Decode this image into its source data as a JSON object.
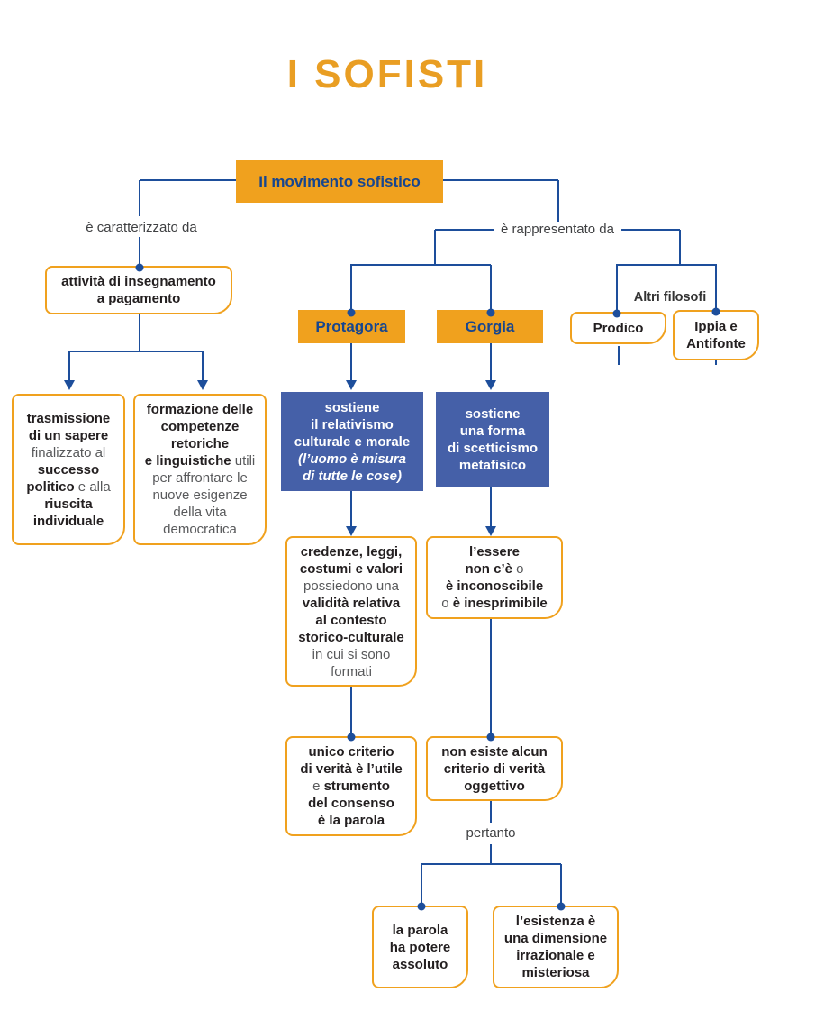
{
  "page_title": "I SOFISTI",
  "colors": {
    "orange": "#F0A11E",
    "title_orange": "#E99E23",
    "blue_fill": "#4560A8",
    "connector_blue": "#1D4E9B",
    "heading_blue": "#17468F",
    "text_dark": "#231F20",
    "text_gray": "#58595B"
  },
  "labels": {
    "caratterizzato": "è caratterizzato da",
    "rappresentato": "è rappresentato da",
    "altri_filosofi": "Altri filosofi",
    "pertanto": "pertanto"
  },
  "nodes": {
    "movimento": {
      "label": "Il movimento sofistico"
    },
    "attivita": {
      "lines": [
        [
          {
            "t": "attività di insegnamento",
            "s": "b"
          }
        ],
        [
          {
            "t": "a pagamento",
            "s": "b"
          }
        ]
      ]
    },
    "trasmissione": {
      "lines": [
        [
          {
            "t": "trasmissione",
            "s": "b"
          }
        ],
        [
          {
            "t": "di un sapere",
            "s": "b"
          }
        ],
        [
          {
            "t": "finalizzato al",
            "s": "r"
          }
        ],
        [
          {
            "t": "successo",
            "s": "b"
          }
        ],
        [
          {
            "t": "politico",
            "s": "b"
          },
          {
            "t": " e alla",
            "s": "r"
          }
        ],
        [
          {
            "t": "riuscita",
            "s": "b"
          }
        ],
        [
          {
            "t": "individuale",
            "s": "b"
          }
        ]
      ]
    },
    "formazione": {
      "lines": [
        [
          {
            "t": "formazione delle",
            "s": "b"
          }
        ],
        [
          {
            "t": "competenze",
            "s": "b"
          }
        ],
        [
          {
            "t": "retoriche",
            "s": "b"
          }
        ],
        [
          {
            "t": "e linguistiche",
            "s": "b"
          },
          {
            "t": " utili",
            "s": "r"
          }
        ],
        [
          {
            "t": "per affrontare le",
            "s": "r"
          }
        ],
        [
          {
            "t": "nuove esigenze",
            "s": "r"
          }
        ],
        [
          {
            "t": "della vita",
            "s": "r"
          }
        ],
        [
          {
            "t": "democratica",
            "s": "r"
          }
        ]
      ]
    },
    "protagora": {
      "label": "Protagora"
    },
    "gorgia": {
      "label": "Gorgia"
    },
    "prodico": {
      "lines": [
        [
          {
            "t": "Prodico",
            "s": "b"
          }
        ]
      ]
    },
    "ippia": {
      "lines": [
        [
          {
            "t": "Ippia e",
            "s": "b"
          }
        ],
        [
          {
            "t": "Antifonte",
            "s": "b"
          }
        ]
      ]
    },
    "protagora_tesi": {
      "lines": [
        [
          {
            "t": "sostiene",
            "s": "b"
          }
        ],
        [
          {
            "t": "il relativismo",
            "s": "b"
          }
        ],
        [
          {
            "t": "culturale e morale",
            "s": "b"
          }
        ],
        [
          {
            "t": "(l’uomo è misura",
            "s": "i"
          }
        ],
        [
          {
            "t": "di tutte le cose)",
            "s": "i"
          }
        ]
      ]
    },
    "gorgia_tesi": {
      "lines": [
        [
          {
            "t": "sostiene",
            "s": "b"
          }
        ],
        [
          {
            "t": "una forma",
            "s": "b"
          }
        ],
        [
          {
            "t": "di scetticismo",
            "s": "b"
          }
        ],
        [
          {
            "t": "metafisico",
            "s": "b"
          }
        ]
      ]
    },
    "credenze": {
      "lines": [
        [
          {
            "t": "credenze, leggi,",
            "s": "b"
          }
        ],
        [
          {
            "t": "costumi e valori",
            "s": "b"
          }
        ],
        [
          {
            "t": "possiedono una",
            "s": "r"
          }
        ],
        [
          {
            "t": "validità relativa",
            "s": "b"
          }
        ],
        [
          {
            "t": "al contesto",
            "s": "b"
          }
        ],
        [
          {
            "t": "storico-culturale",
            "s": "b"
          }
        ],
        [
          {
            "t": "in cui si sono",
            "s": "r"
          }
        ],
        [
          {
            "t": "formati",
            "s": "r"
          }
        ]
      ]
    },
    "essere": {
      "lines": [
        [
          {
            "t": "l’essere",
            "s": "b"
          }
        ],
        [
          {
            "t": "non c’è",
            "s": "b"
          },
          {
            "t": " o",
            "s": "r"
          }
        ],
        [
          {
            "t": "è inconoscibile",
            "s": "b"
          }
        ],
        [
          {
            "t": "o ",
            "s": "r"
          },
          {
            "t": "è inesprimibile",
            "s": "b"
          }
        ]
      ]
    },
    "unico_criterio": {
      "lines": [
        [
          {
            "t": "unico criterio",
            "s": "b"
          }
        ],
        [
          {
            "t": "di verità è l’utile",
            "s": "b"
          }
        ],
        [
          {
            "t": "e ",
            "s": "r"
          },
          {
            "t": "strumento",
            "s": "b"
          }
        ],
        [
          {
            "t": "del consenso",
            "s": "b"
          }
        ],
        [
          {
            "t": "è la parola",
            "s": "b"
          }
        ]
      ]
    },
    "non_esiste": {
      "lines": [
        [
          {
            "t": "non esiste alcun",
            "s": "b"
          }
        ],
        [
          {
            "t": "criterio di verità",
            "s": "b"
          }
        ],
        [
          {
            "t": "oggettivo",
            "s": "b"
          }
        ]
      ]
    },
    "parola": {
      "lines": [
        [
          {
            "t": "la parola",
            "s": "b"
          }
        ],
        [
          {
            "t": "ha potere",
            "s": "b"
          }
        ],
        [
          {
            "t": "assoluto",
            "s": "b"
          }
        ]
      ]
    },
    "esistenza": {
      "lines": [
        [
          {
            "t": "l’esistenza è",
            "s": "b"
          }
        ],
        [
          {
            "t": "una dimensione",
            "s": "b"
          }
        ],
        [
          {
            "t": "irrazionale e",
            "s": "b"
          }
        ],
        [
          {
            "t": "misteriosa",
            "s": "b"
          }
        ]
      ]
    }
  }
}
